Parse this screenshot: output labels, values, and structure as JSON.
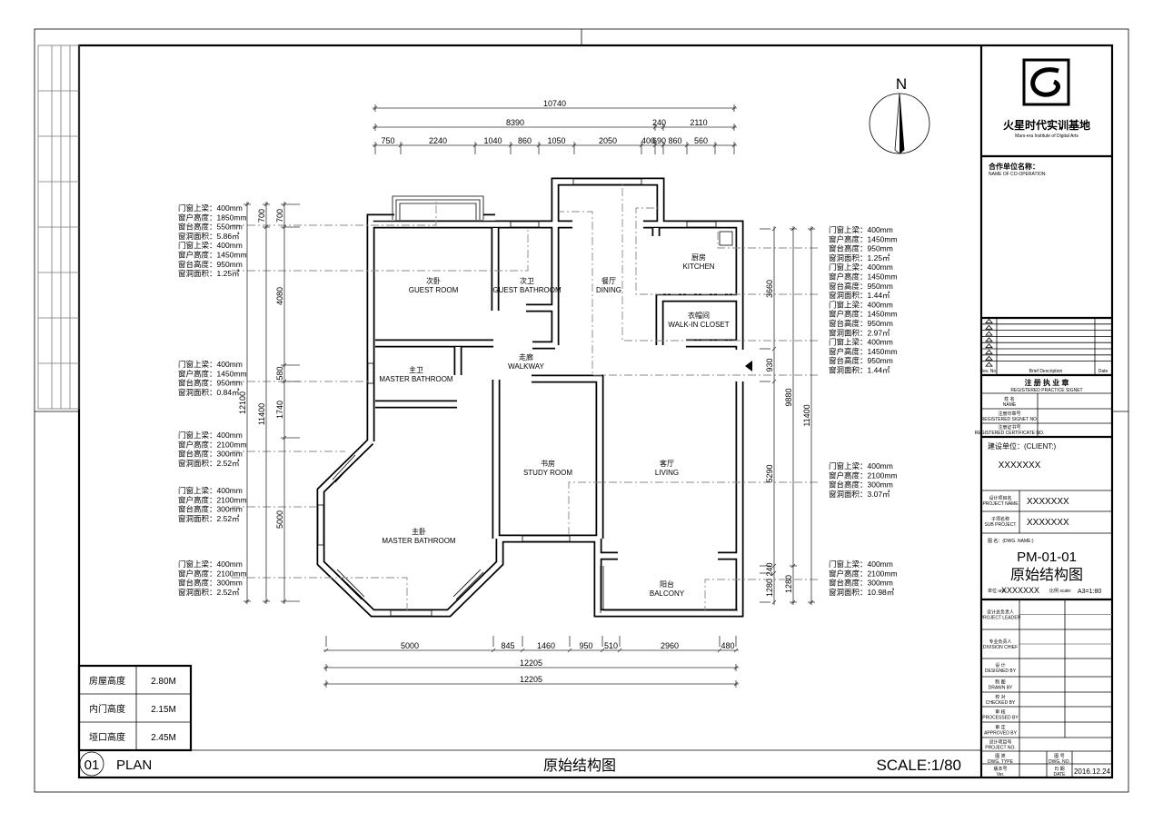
{
  "sheet": {
    "plan_number": "01",
    "plan_label": "PLAN",
    "plan_title": "原始结构图",
    "scale": "SCALE:1/80"
  },
  "heights_table": [
    {
      "label": "房屋高度",
      "value": "2.80M"
    },
    {
      "label": "内门高度",
      "value": "2.15M"
    },
    {
      "label": "垭口高度",
      "value": "2.45M"
    }
  ],
  "north_label": "N",
  "rooms": [
    {
      "cn": "次卧",
      "en": "GUEST ROOM"
    },
    {
      "cn": "次卫",
      "en": "GUEST BATHROOM"
    },
    {
      "cn": "餐厅",
      "en": "DINING"
    },
    {
      "cn": "厨房",
      "en": "KITCHEN"
    },
    {
      "cn": "衣帽间",
      "en": "WALK-IN CLOSET"
    },
    {
      "cn": "主卫",
      "en": "MASTER BATHROOM"
    },
    {
      "cn": "走廊",
      "en": "WALKWAY"
    },
    {
      "cn": "书房",
      "en": "STUDY ROOM"
    },
    {
      "cn": "客厅",
      "en": "LIVING"
    },
    {
      "cn": "主卧",
      "en": "MASTER BATHROOM"
    },
    {
      "cn": "阳台",
      "en": "BALCONY"
    }
  ],
  "dimensions": {
    "top_total": [
      "10740"
    ],
    "top_middle": [
      "8390",
      "240",
      "2110"
    ],
    "top_chain": [
      "750",
      "2240",
      "1040",
      "860",
      "1050",
      "2050",
      "400",
      "690",
      "860",
      "560"
    ],
    "bottom_chain": [
      "5000",
      "845",
      "1460",
      "950",
      "510",
      "2960",
      "480"
    ],
    "bottom_total_1": [
      "12205"
    ],
    "bottom_total_2": [
      "12205"
    ],
    "left_chain": [
      "700",
      "4080",
      "580",
      "1740",
      "5000"
    ],
    "left_middle": [
      "700",
      "11400"
    ],
    "left_outer": [
      "12100"
    ],
    "right_chain": [
      "3660",
      "930",
      "5290",
      "240",
      "1280"
    ],
    "right_middle": [
      "9880",
      "1280"
    ],
    "right_outer": [
      "11400"
    ]
  },
  "annotations": {
    "left": [
      [
        "门窗上梁：400mm",
        "窗户高度：1850mm",
        "窗台高度：550mm",
        "窗洞面积：5.86㎡",
        "门窗上梁：400mm",
        "窗户高度：1450mm",
        "窗台高度：950mm",
        "窗洞面积：1.25㎡"
      ],
      [
        "门窗上梁：400mm",
        "窗户高度：1450mm",
        "窗台高度：950mm",
        "窗洞面积：0.84㎡"
      ],
      [
        "门窗上梁：400mm",
        "窗户高度：2100mm",
        "窗台高度：300mm",
        "窗洞面积：2.52㎡"
      ],
      [
        "门窗上梁：400mm",
        "窗户高度：2100mm",
        "窗台高度：300mm",
        "窗洞面积：2.52㎡"
      ],
      [
        "门窗上梁：400mm",
        "窗户高度：2100mm",
        "窗台高度：300mm",
        "窗洞面积：2.52㎡"
      ]
    ],
    "right": [
      [
        "门窗上梁：400mm",
        "窗户高度：1450mm",
        "窗台高度：950mm",
        "窗洞面积：1.25㎡",
        "门窗上梁：400mm",
        "窗户高度：1450mm",
        "窗台高度：950mm",
        "窗洞面积：1.44㎡",
        "门窗上梁：400mm",
        "窗户高度：1450mm",
        "窗台高度：950mm",
        "窗洞面积：2.97㎡",
        "门窗上梁：400mm",
        "窗户高度：1450mm",
        "窗台高度：950mm",
        "窗洞面积：1.44㎡"
      ],
      [
        "门窗上梁：400mm",
        "窗户高度：2100mm",
        "窗台高度：300mm",
        "窗洞面积：3.07㎡"
      ],
      [
        "门窗上梁：400mm",
        "窗户高度：2100mm",
        "窗台高度：300mm",
        "窗洞面积：10.98㎡"
      ]
    ]
  },
  "title_block": {
    "logo_cn": "火星时代实训基地",
    "logo_en": "Mars-era Institute of Digital Arts",
    "cooperation_cn": "合作单位名称：",
    "cooperation_en": "NAME OF CO-OPERATION:",
    "revision_headers": [
      "Rev. No.",
      "Brief Description",
      "Date"
    ],
    "seal_cn": "注 册 执 业 章",
    "seal_en": "REGISTERED PRACTICE SIGNET",
    "seal_rows": [
      {
        "cn": "姓  名",
        "en": "NAME"
      },
      {
        "cn": "注册印章号",
        "en": "REGISTERED SIGNET NO."
      },
      {
        "cn": "注册证书号",
        "en": "REGISTERED CERTIFICATE NO."
      }
    ],
    "client_label": "建设单位：(CLIENT:)",
    "client_value": "XXXXXXX",
    "project_name_label_cn": "设计项目名",
    "project_name_label_en": "PROJECT NAME",
    "project_name_value": "XXXXXXX",
    "sub_project_label_cn": "子项名称",
    "sub_project_label_en": "SUB PROJECT",
    "sub_project_value": "XXXXXXX",
    "dwg_name_label": "图  名：(DWG. NAME:)",
    "dwg_number": "PM-01-01",
    "dwg_title": "原始结构图",
    "unit_label": "单位 unit:",
    "unit_value": "XXXXXXX",
    "scale_label": "比例 scale:",
    "scale_value": "A3=1:80",
    "sign_rows": [
      {
        "cn": "设计总负责人",
        "en": "PROJECT LEADER"
      },
      {
        "cn": "专业负责人",
        "en": "DIVISION CHIEF"
      },
      {
        "cn": "设  计",
        "en": "DESIGNED BY"
      },
      {
        "cn": "制  图",
        "en": "DRAWN BY"
      },
      {
        "cn": "校  对",
        "en": "CHECKED BY"
      },
      {
        "cn": "审  核",
        "en": "PROCESSED BY"
      },
      {
        "cn": "审  定",
        "en": "APPROVED BY"
      },
      {
        "cn": "设计项目号",
        "en": "PROJECT NO."
      }
    ],
    "dwg_type_cn": "图  类",
    "dwg_type_en": "DWG. TYPE",
    "dwg_no_cn": "图  号",
    "dwg_no_en": "DWG. NO.",
    "version_cn": "版本号",
    "version_en": "Ver.",
    "date_cn": "日  期",
    "date_en": "DATE",
    "date_value": "2016.12.24"
  }
}
